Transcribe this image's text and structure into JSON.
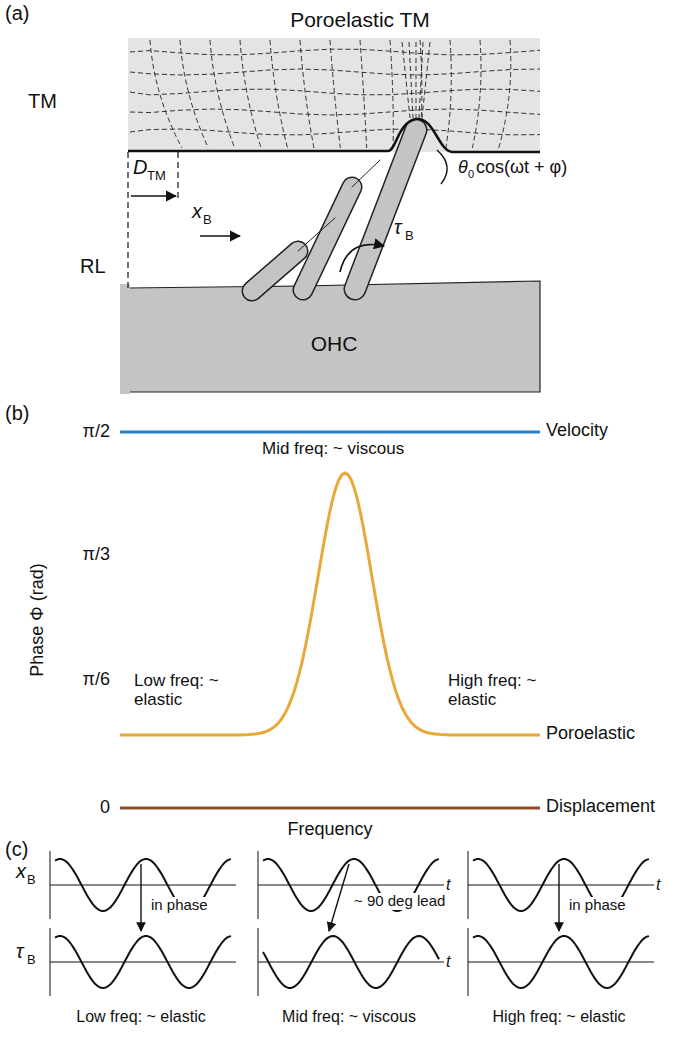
{
  "diagram": {
    "nodes": [
      {
        "text": [
          "Poroelastic TM",
          "TM"
        ]
      },
      {
        "text": [
          "OHC"
        ]
      }
    ],
    "labels": [
      "(a)",
      "D",
      "TM",
      "x",
      "B",
      "RL",
      "τ",
      "B",
      "θ",
      "0",
      "cos(ωt + φ)",
      "(b)",
      "π/2",
      "π/3",
      "π/6",
      "0",
      "Phase Φ (rad)",
      "Velocity",
      "Mid freq: ~ viscous",
      "Low freq: ~ elastic",
      "High freq: ~ elastic",
      "Poroelastic",
      "Displacement",
      "Frequency",
      "(c)",
      "x",
      "B",
      "τ",
      "B",
      "in phase",
      "~ 90 deg lead",
      "in phase",
      "t",
      "t",
      "t",
      "Low freq: ~ elastic",
      "Mid freq: ~ viscous",
      "High freq: ~ elastic"
    ]
  }
}
